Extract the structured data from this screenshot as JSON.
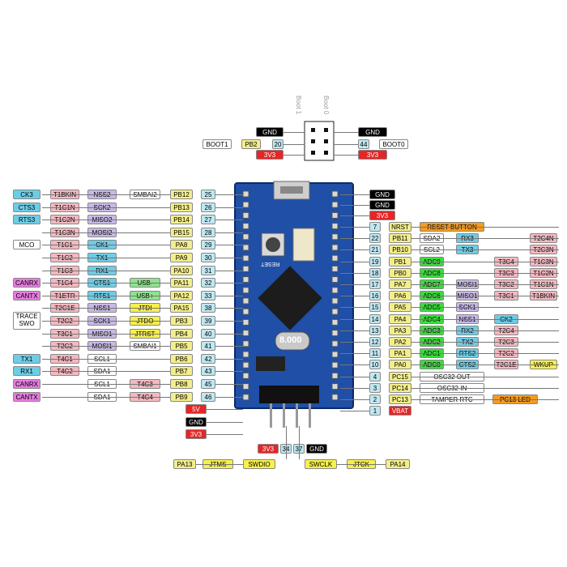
{
  "colors": {
    "pin": "#f3ee8c",
    "num": "#bfe8f2",
    "gnd": "#000000",
    "pwr": "#e52626",
    "timer": "#f4b8c0",
    "spi": "#c8b8e6",
    "i2c": "#ffffff",
    "usart": "#6ecde6",
    "usb": "#8fe38f",
    "adc": "#3cdc3c",
    "jtag": "#f7f04a",
    "orange": "#f39c20",
    "can": "#e77be0",
    "board": "#1f4fa6"
  },
  "boot": {
    "labels": [
      "Boot 1",
      "Boot 0"
    ],
    "left": {
      "gnd": "GND",
      "name": "BOOT1",
      "pin": "PB2",
      "num": "20",
      "pwr": "3V3"
    },
    "right": {
      "gnd": "GND",
      "name": "BOOT0",
      "num": "44",
      "pwr": "3V3"
    }
  },
  "board": {
    "reset": "RESET",
    "crystal": "8.000"
  },
  "left_rows": [
    {
      "cols": [
        "CK3",
        "T1BKIN",
        "NSS2",
        "SMBAI2"
      ],
      "pin": "PB12",
      "num": "25"
    },
    {
      "cols": [
        "CTS3",
        "T1C1N",
        "SCK2",
        ""
      ],
      "pin": "PB13",
      "num": "26"
    },
    {
      "cols": [
        "RTS3",
        "T1C2N",
        "MISO2",
        ""
      ],
      "pin": "PB14",
      "num": "27"
    },
    {
      "cols": [
        "",
        "T1C3N",
        "MOSI2",
        ""
      ],
      "pin": "PB15",
      "num": "28"
    },
    {
      "cols": [
        "MCO",
        "T1C1",
        "CK1",
        ""
      ],
      "pin": "PA8",
      "num": "29"
    },
    {
      "cols": [
        "",
        "T1C2",
        "TX1",
        ""
      ],
      "pin": "PA9",
      "num": "30"
    },
    {
      "cols": [
        "",
        "T1C3",
        "RX1",
        ""
      ],
      "pin": "PA10",
      "num": "31"
    },
    {
      "cols": [
        "CANRX",
        "T1C4",
        "CTS1",
        "USB-"
      ],
      "pin": "PA11",
      "num": "32"
    },
    {
      "cols": [
        "CANTX",
        "T1ETR",
        "RTS1",
        "USB+"
      ],
      "pin": "PA12",
      "num": "33"
    },
    {
      "cols": [
        "",
        "T2C1E",
        "NSS1",
        "JTDI"
      ],
      "pin": "PA15",
      "num": "38"
    },
    {
      "cols": [
        "TRACE SWO",
        "T2C2",
        "SCK1",
        "JTDO"
      ],
      "pin": "PB3",
      "num": "39"
    },
    {
      "cols": [
        "",
        "T3C1",
        "MISO1",
        "JTRST"
      ],
      "pin": "PB4",
      "num": "40"
    },
    {
      "cols": [
        "",
        "T2C2",
        "MOSI1",
        "SMBAI1"
      ],
      "pin": "PB5",
      "num": "41"
    },
    {
      "cols": [
        "TX1",
        "T4C1",
        "SCL1",
        ""
      ],
      "pin": "PB6",
      "num": "42"
    },
    {
      "cols": [
        "RX1",
        "T4C2",
        "SDA1",
        ""
      ],
      "pin": "PB7",
      "num": "43"
    },
    {
      "cols": [
        "CANRX",
        "",
        "SCL1",
        "T4C3"
      ],
      "pin": "PB8",
      "num": "45"
    },
    {
      "cols": [
        "CANTX",
        "",
        "SDA1",
        "T4C4"
      ],
      "pin": "PB9",
      "num": "46"
    },
    {
      "cols": [
        "",
        "",
        "",
        "5V"
      ],
      "pin": "",
      "num": ""
    },
    {
      "cols": [
        "",
        "",
        "",
        "GND"
      ],
      "pin": "",
      "num": ""
    },
    {
      "cols": [
        "",
        "",
        "",
        "3V3"
      ],
      "pin": "",
      "num": ""
    }
  ],
  "right_top": [
    {
      "label": "GND"
    },
    {
      "label": "GND"
    },
    {
      "label": "3V3"
    }
  ],
  "right_rows": [
    {
      "num": "7",
      "pin": "NRST",
      "c1": "RESET BUTTON",
      "c2": "",
      "c3": "",
      "c4": ""
    },
    {
      "num": "22",
      "pin": "PB11",
      "c1": "SDA2",
      "c2": "RX3",
      "c3": "",
      "c4": "T2C4N"
    },
    {
      "num": "21",
      "pin": "PB10",
      "c1": "SCL2",
      "c2": "TX3",
      "c3": "",
      "c4": "T2C3N"
    },
    {
      "num": "19",
      "pin": "PB1",
      "c1": "ADC9",
      "c2": "",
      "c3": "T3C4",
      "c4": "T1C3N"
    },
    {
      "num": "18",
      "pin": "PB0",
      "c1": "ADC8",
      "c2": "",
      "c3": "T3C3",
      "c4": "T1C2N"
    },
    {
      "num": "17",
      "pin": "PA7",
      "c1": "ADC7",
      "c2": "MOSI1",
      "c3": "T3C2",
      "c4": "T1C1N"
    },
    {
      "num": "16",
      "pin": "PA6",
      "c1": "ADC6",
      "c2": "MISO1",
      "c3": "T3C1",
      "c4": "T1BKIN"
    },
    {
      "num": "15",
      "pin": "PA5",
      "c1": "ADC5",
      "c2": "SCK1",
      "c3": "",
      "c4": ""
    },
    {
      "num": "14",
      "pin": "PA4",
      "c1": "ADC4",
      "c2": "NSS1",
      "c3": "CK2",
      "c4": ""
    },
    {
      "num": "13",
      "pin": "PA3",
      "c1": "ADC3",
      "c2": "RX2",
      "c3": "T2C4",
      "c4": ""
    },
    {
      "num": "12",
      "pin": "PA2",
      "c1": "ADC2",
      "c2": "TX2",
      "c3": "T2C3",
      "c4": ""
    },
    {
      "num": "11",
      "pin": "PA1",
      "c1": "ADC1",
      "c2": "RTS2",
      "c3": "T2C2",
      "c4": ""
    },
    {
      "num": "10",
      "pin": "PA0",
      "c1": "ADC0",
      "c2": "CTS2",
      "c3": "T2C1E",
      "c4": "WKUP"
    },
    {
      "num": "4",
      "pin": "PC15",
      "c1": "OSC32 OUT",
      "c2": "",
      "c3": "",
      "c4": ""
    },
    {
      "num": "3",
      "pin": "PC14",
      "c1": "OSC32 IN",
      "c2": "",
      "c3": "",
      "c4": ""
    },
    {
      "num": "2",
      "pin": "PC13",
      "c1": "TAMPER RTC",
      "c2": "",
      "c3": "PC13 LED",
      "c4": ""
    },
    {
      "num": "1",
      "pin": "VBAT",
      "c1": "",
      "c2": "",
      "c3": "",
      "c4": ""
    }
  ],
  "bottom": {
    "pwr": "3V3",
    "n1": "34",
    "n2": "37",
    "gnd": "GND",
    "left": [
      "PA13",
      "JTMS",
      "SWDIO"
    ],
    "right": [
      "SWCLK",
      "JTCK",
      "PA14"
    ]
  }
}
